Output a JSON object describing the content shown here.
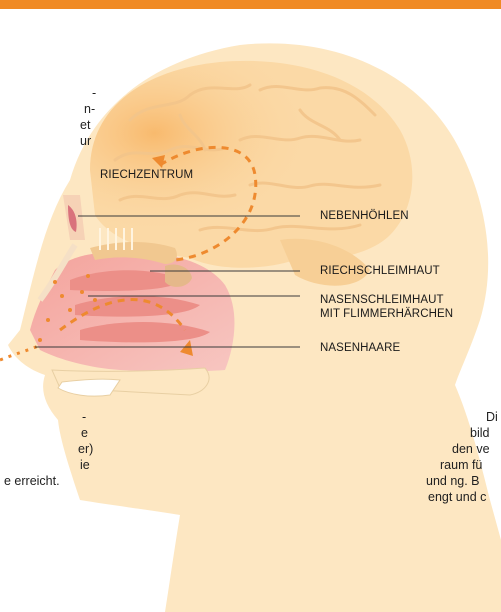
{
  "diagram": {
    "labels": {
      "riechzentrum": "RIECHZENTRUM",
      "nebenhoehlen": "NEBENHÖHLEN",
      "riechschleimhaut": "RIECHSCHLEIMHAUT",
      "nasenschleimhaut_1": "NASENSCHLEIMHAUT",
      "nasenschleimhaut_2": "MIT FLIMMERHÄRCHEN",
      "nasenhaare": "NASENHAARE"
    },
    "colors": {
      "accent": "#f08a24",
      "head_fill": "#fde7c2",
      "brain_fill": "#fbd9a6",
      "cavity_fill": "#f6b9b3",
      "leader_line": "#3a3a3a"
    }
  },
  "left_text": {
    "fragments": [
      "-",
      "n-",
      "et",
      "ur",
      "-",
      "e",
      "er)",
      "ie",
      "e erreicht."
    ]
  },
  "right_text": {
    "fragments": [
      "Di",
      "bild",
      "den ve",
      "raum fü",
      "und ng. B",
      "engt und c"
    ]
  }
}
